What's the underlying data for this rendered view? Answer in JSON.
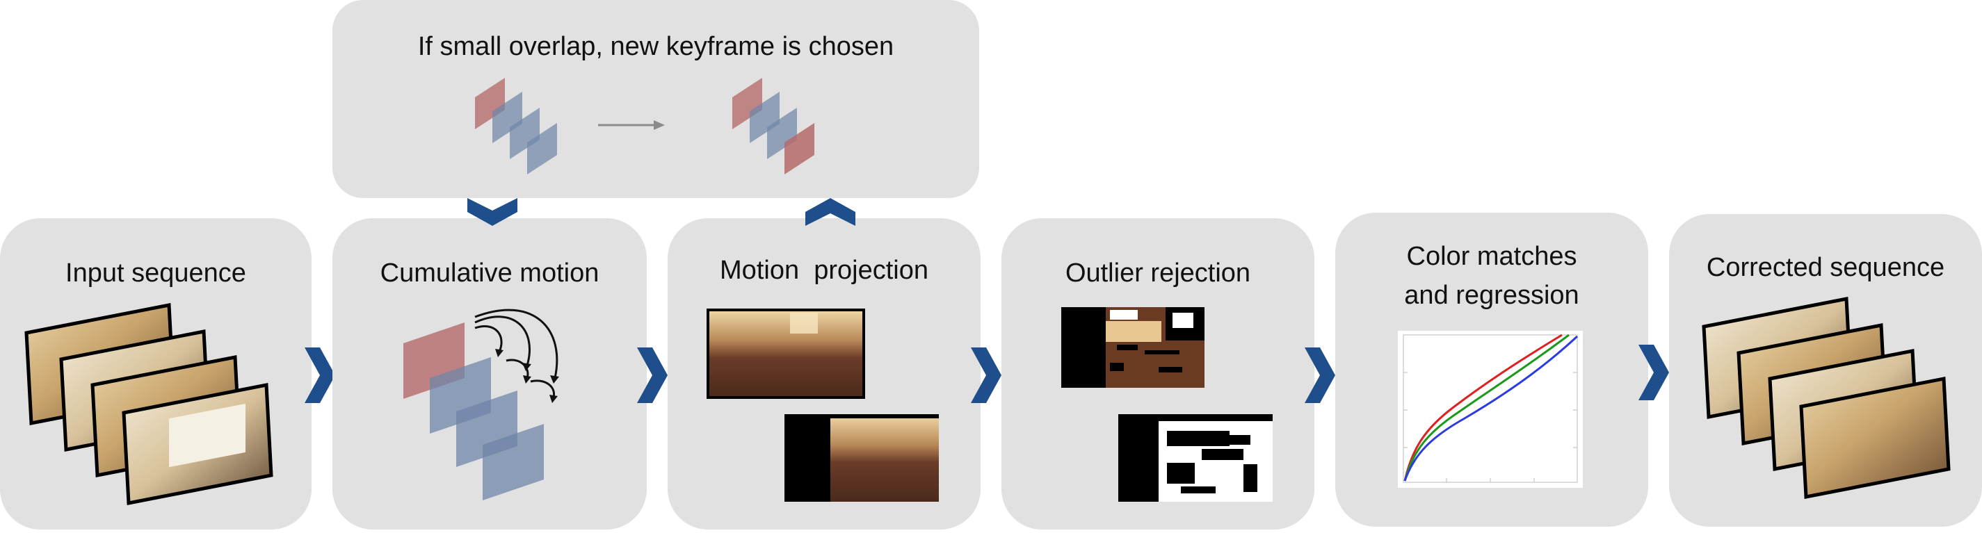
{
  "top_panel": {
    "title": "If small overlap, new keyframe is chosen"
  },
  "steps": [
    {
      "title": "Input sequence"
    },
    {
      "title": "Cumulative motion"
    },
    {
      "title": "Motion  projection"
    },
    {
      "title": "Outlier rejection"
    },
    {
      "title_line1": "Color matches",
      "title_line2": "and regression"
    },
    {
      "title": "Corrected sequence"
    }
  ],
  "colors": {
    "panel": "#e1e1e1",
    "chevron": "#1f4e8c",
    "red_frame": "#b56a6a",
    "blue_frame": "#6f86a8",
    "regression_red": "#e02020",
    "regression_green": "#1a9a1a",
    "regression_blue": "#2b3be0"
  }
}
